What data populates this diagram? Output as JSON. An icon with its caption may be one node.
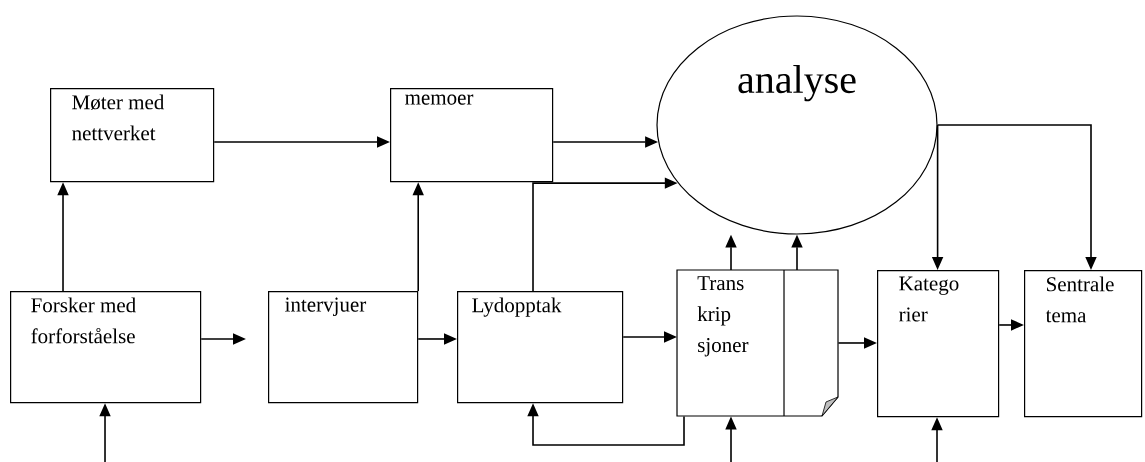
{
  "diagram": {
    "nodes": [
      {
        "text": [
          "Møter med nettverket"
        ]
      },
      {
        "text": [
          "memoer"
        ]
      },
      {
        "text": [
          "analyse"
        ]
      },
      {
        "text": [
          "Forsker med forforståelse"
        ]
      },
      {
        "text": [
          "intervjuer"
        ]
      },
      {
        "text": [
          "Lydopptak"
        ]
      },
      {
        "text": [
          "Trans krip sjoner"
        ]
      },
      {
        "text": [
          "Katego rier"
        ]
      },
      {
        "text": [
          "Sentrale tema"
        ]
      }
    ],
    "edges": [
      {
        "from": 3,
        "to": 0,
        "arrow": "to"
      },
      {
        "from": 0,
        "to": 1,
        "arrow": "to"
      },
      {
        "from": 1,
        "to": 2,
        "arrow": "to"
      },
      {
        "from": 5,
        "to": 2,
        "arrow": "to"
      },
      {
        "from": 3,
        "to": 4,
        "arrow": "to"
      },
      {
        "from": 4,
        "to": 1,
        "arrow": "to"
      },
      {
        "from": 4,
        "to": 5,
        "arrow": "to"
      },
      {
        "from": 5,
        "to": 6,
        "arrow": "to"
      },
      {
        "from": 6,
        "to": 2,
        "arrow": "to"
      },
      {
        "from": 6,
        "to": 2,
        "arrow": "to"
      },
      {
        "from": 6,
        "to": 5,
        "arrow": "to"
      },
      {
        "from": 6,
        "to": 7,
        "arrow": "to"
      },
      {
        "from": 2,
        "to": 7,
        "arrow": "to"
      },
      {
        "from": 2,
        "to": 8,
        "arrow": "to"
      },
      {
        "from": 7,
        "to": 8,
        "arrow": "to"
      },
      {
        "from": null,
        "to": 3,
        "arrow": "to"
      },
      {
        "from": null,
        "to": 6,
        "arrow": "to"
      },
      {
        "from": null,
        "to": 7,
        "arrow": "to"
      }
    ]
  }
}
